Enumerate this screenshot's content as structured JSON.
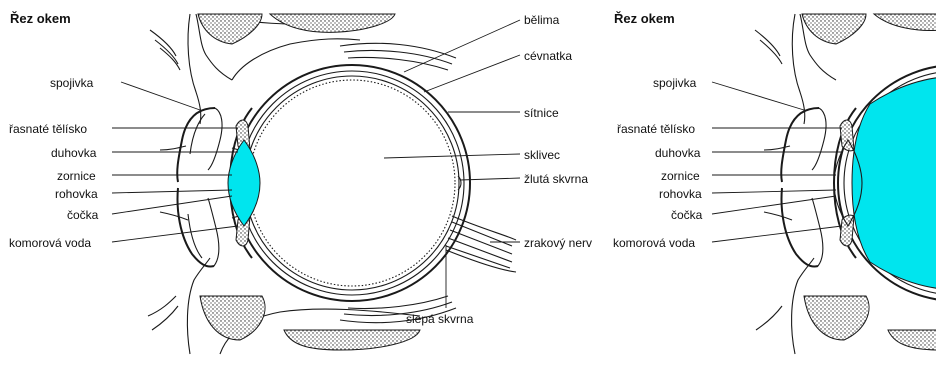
{
  "left": {
    "title": "Řez okem",
    "labels": {
      "spojivka": "spojivka",
      "rasnate": "řasnaté tělísko",
      "duhovka": "duhovka",
      "zornice": "zornice",
      "rohovka": "rohovka",
      "cocka": "čočka",
      "komorova": "komorová voda",
      "belima": "bělima",
      "cevnatka": "cévnatka",
      "sitnice": "sítnice",
      "sklivec": "sklivec",
      "zluta": "žlutá skvrna",
      "zrakovy": "zrakový nerv",
      "slepa": "slepá skvrna"
    }
  },
  "right": {
    "title": "Řez okem",
    "labels": {
      "spojivka": "spojivka",
      "rasnate": "řasnaté tělísko",
      "duhovka": "duhovka",
      "zornice": "zornice",
      "rohovka": "rohovka",
      "cocka": "čočka",
      "komorova": "komorová voda"
    }
  },
  "colors": {
    "highlight": "#00e5ee",
    "ink": "#1a1a1a"
  }
}
